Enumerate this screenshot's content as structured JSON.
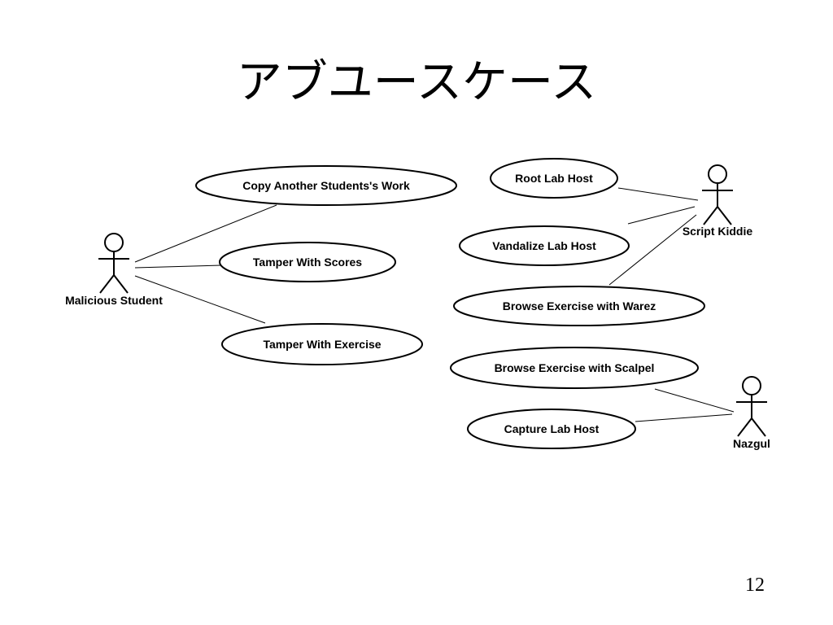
{
  "slide": {
    "title": "アブユースケース",
    "page_number": "12"
  },
  "actors": {
    "malicious_student": "Malicious Student",
    "script_kiddie": "Script Kiddie",
    "nazgul": "Nazgul"
  },
  "use_cases": {
    "copy_work": "Copy Another Students's Work",
    "tamper_scores": "Tamper With Scores",
    "tamper_exercise": "Tamper With Exercise",
    "root_lab_host": "Root Lab Host",
    "vandalize_lab_host": "Vandalize Lab Host",
    "browse_warez": "Browse Exercise with Warez",
    "browse_scalpel": "Browse Exercise with Scalpel",
    "capture_lab_host": "Capture Lab Host"
  },
  "colors": {
    "background": "#ffffff",
    "stroke": "#000000",
    "text": "#000000"
  }
}
